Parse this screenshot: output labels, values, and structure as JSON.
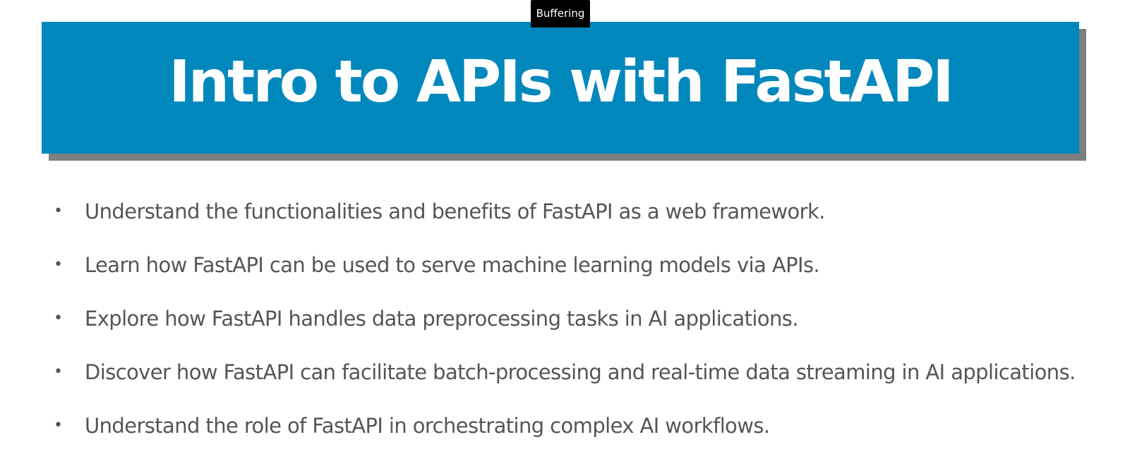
{
  "tooltip": {
    "text": "Buffering"
  },
  "slide": {
    "title": "Intro to APIs with FastAPI",
    "bullets": [
      "Understand the functionalities and benefits of FastAPI as a web framework.",
      "Learn how FastAPI can be used to serve machine learning models via APIs.",
      "Explore how FastAPI handles data preprocessing tasks in AI applications.",
      "Discover how FastAPI can facilitate batch-processing and real-time data streaming in AI applications.",
      "Understand the role of FastAPI in orchestrating complex AI workflows."
    ]
  },
  "colors": {
    "banner": "#0088bd",
    "banner_shadow": "#7f7f7f",
    "body_text": "#555555",
    "tooltip_bg": "#000000"
  },
  "icons": {
    "bullet": "bullet-dot-icon"
  }
}
